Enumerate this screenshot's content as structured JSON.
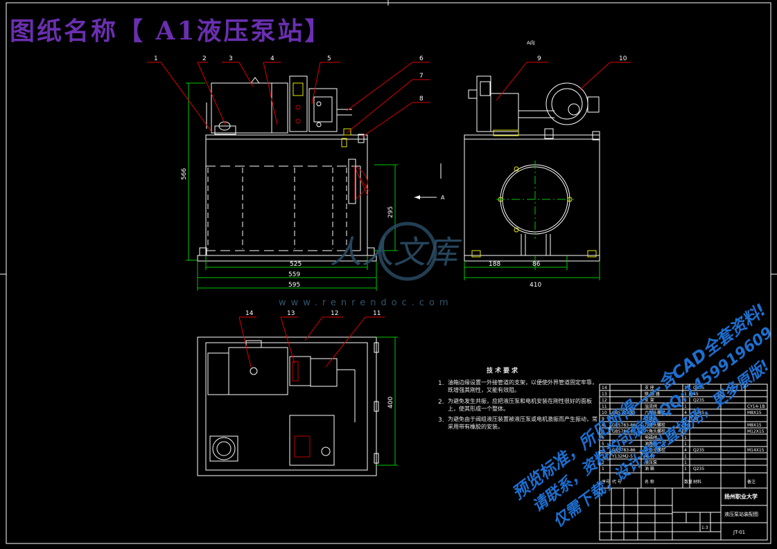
{
  "title": "图纸名称【 A1液压泵站】",
  "view_label": "A向",
  "arrow_label": "A",
  "callouts": [
    "1",
    "2",
    "3",
    "4",
    "5",
    "6",
    "7",
    "8",
    "9",
    "10",
    "11",
    "12",
    "13",
    "14"
  ],
  "dimensions": {
    "front_height": "566",
    "front_w1": "525",
    "front_w2": "559",
    "front_w3": "595",
    "front_inner": "295",
    "side_a": "188",
    "side_b": "86",
    "side_w": "410",
    "top_h": "400"
  },
  "tech_requirements": {
    "heading": "技术要求",
    "items": [
      {
        "num": "1.",
        "text": "油箱边缘设置一外接管道的支架，以便使外界管道固定牢靠，既增强其刚性，又能有效阻。"
      },
      {
        "num": "2.",
        "text": "为避免发生共振，应把液压泵和电机安装在刚性很好的面板上，使其形成一个整体。"
      },
      {
        "num": "3.",
        "text": "为避免由于阀组液压装置被液压泵或电机激振而产生振动，常采用带有橡胶的安装。"
      }
    ]
  },
  "title_block": {
    "school": "扬州职业大学",
    "drawing_name": "液压泵站装配图",
    "drawing_no": "JT-01",
    "scale": "1:3"
  },
  "parts_table": [
    {
      "no": "14",
      "std": "",
      "name": "支 座",
      "qty": "1",
      "mat": "Q235",
      "note": ""
    },
    {
      "no": "13",
      "std": "",
      "name": "联 轴 器",
      "qty": "1",
      "mat": "45",
      "note": ""
    },
    {
      "no": "12",
      "std": "",
      "name": "支 架",
      "qty": "1",
      "mat": "Q235",
      "note": ""
    },
    {
      "no": "11",
      "std": "",
      "name": "溢流阀",
      "qty": "1",
      "mat": "",
      "note": "CY14-1B"
    },
    {
      "no": "10",
      "std": "GB5783-86",
      "name": "六角头螺栓",
      "qty": "4",
      "mat": "Q235",
      "note": "M8X15"
    },
    {
      "no": "9",
      "std": "",
      "name": "连接块",
      "qty": "1",
      "mat": "45",
      "note": ""
    },
    {
      "no": "8",
      "std": "GB5783-86",
      "name": "六角头螺栓",
      "qty": "4",
      "mat": "",
      "note": "M8X15"
    },
    {
      "no": "7",
      "std": "GB5783-86",
      "name": "六角头螺栓",
      "qty": "4",
      "mat": "",
      "note": "M12X15"
    },
    {
      "no": "6",
      "std": "",
      "name": "电磁阀",
      "qty": "1",
      "mat": "",
      "note": ""
    },
    {
      "no": "5",
      "std": "",
      "name": "油路块",
      "qty": "1",
      "mat": "",
      "note": ""
    },
    {
      "no": "4",
      "std": "GB5783-86",
      "name": "六角头螺栓",
      "qty": "4",
      "mat": "Q235",
      "note": "M14X15"
    },
    {
      "no": "3",
      "std": "Y132M2-5",
      "name": "电 机",
      "qty": "1",
      "mat": "",
      "note": ""
    },
    {
      "no": "2",
      "std": "",
      "name": "液压泵",
      "qty": "1",
      "mat": "",
      "note": ""
    },
    {
      "no": "1",
      "std": "",
      "name": "油 箱",
      "qty": "1",
      "mat": "Q235",
      "note": ""
    }
  ],
  "parts_header": {
    "no": "序号",
    "std": "代 号",
    "name": "名 称",
    "qty": "数量",
    "mat": "材料",
    "note": "备注"
  },
  "watermark": {
    "logo_text": "人人文库",
    "url": "www.renrendoc.com",
    "promo": [
      "预览标准，所见所得——含CAD全套资料!",
      "请联系，资料均可编辑 QQ:1459919609",
      "仅需下载，设计资料直接用，更多原版!"
    ]
  },
  "colors": {
    "background": "#000000",
    "line": "#ffffff",
    "leader": "#e00000",
    "dimension": "#00c800",
    "centerline": "#00c800",
    "title": "#6a2fb0",
    "accent_yellow": "#e8e800",
    "watermark_blue": "#1e6fd0"
  }
}
